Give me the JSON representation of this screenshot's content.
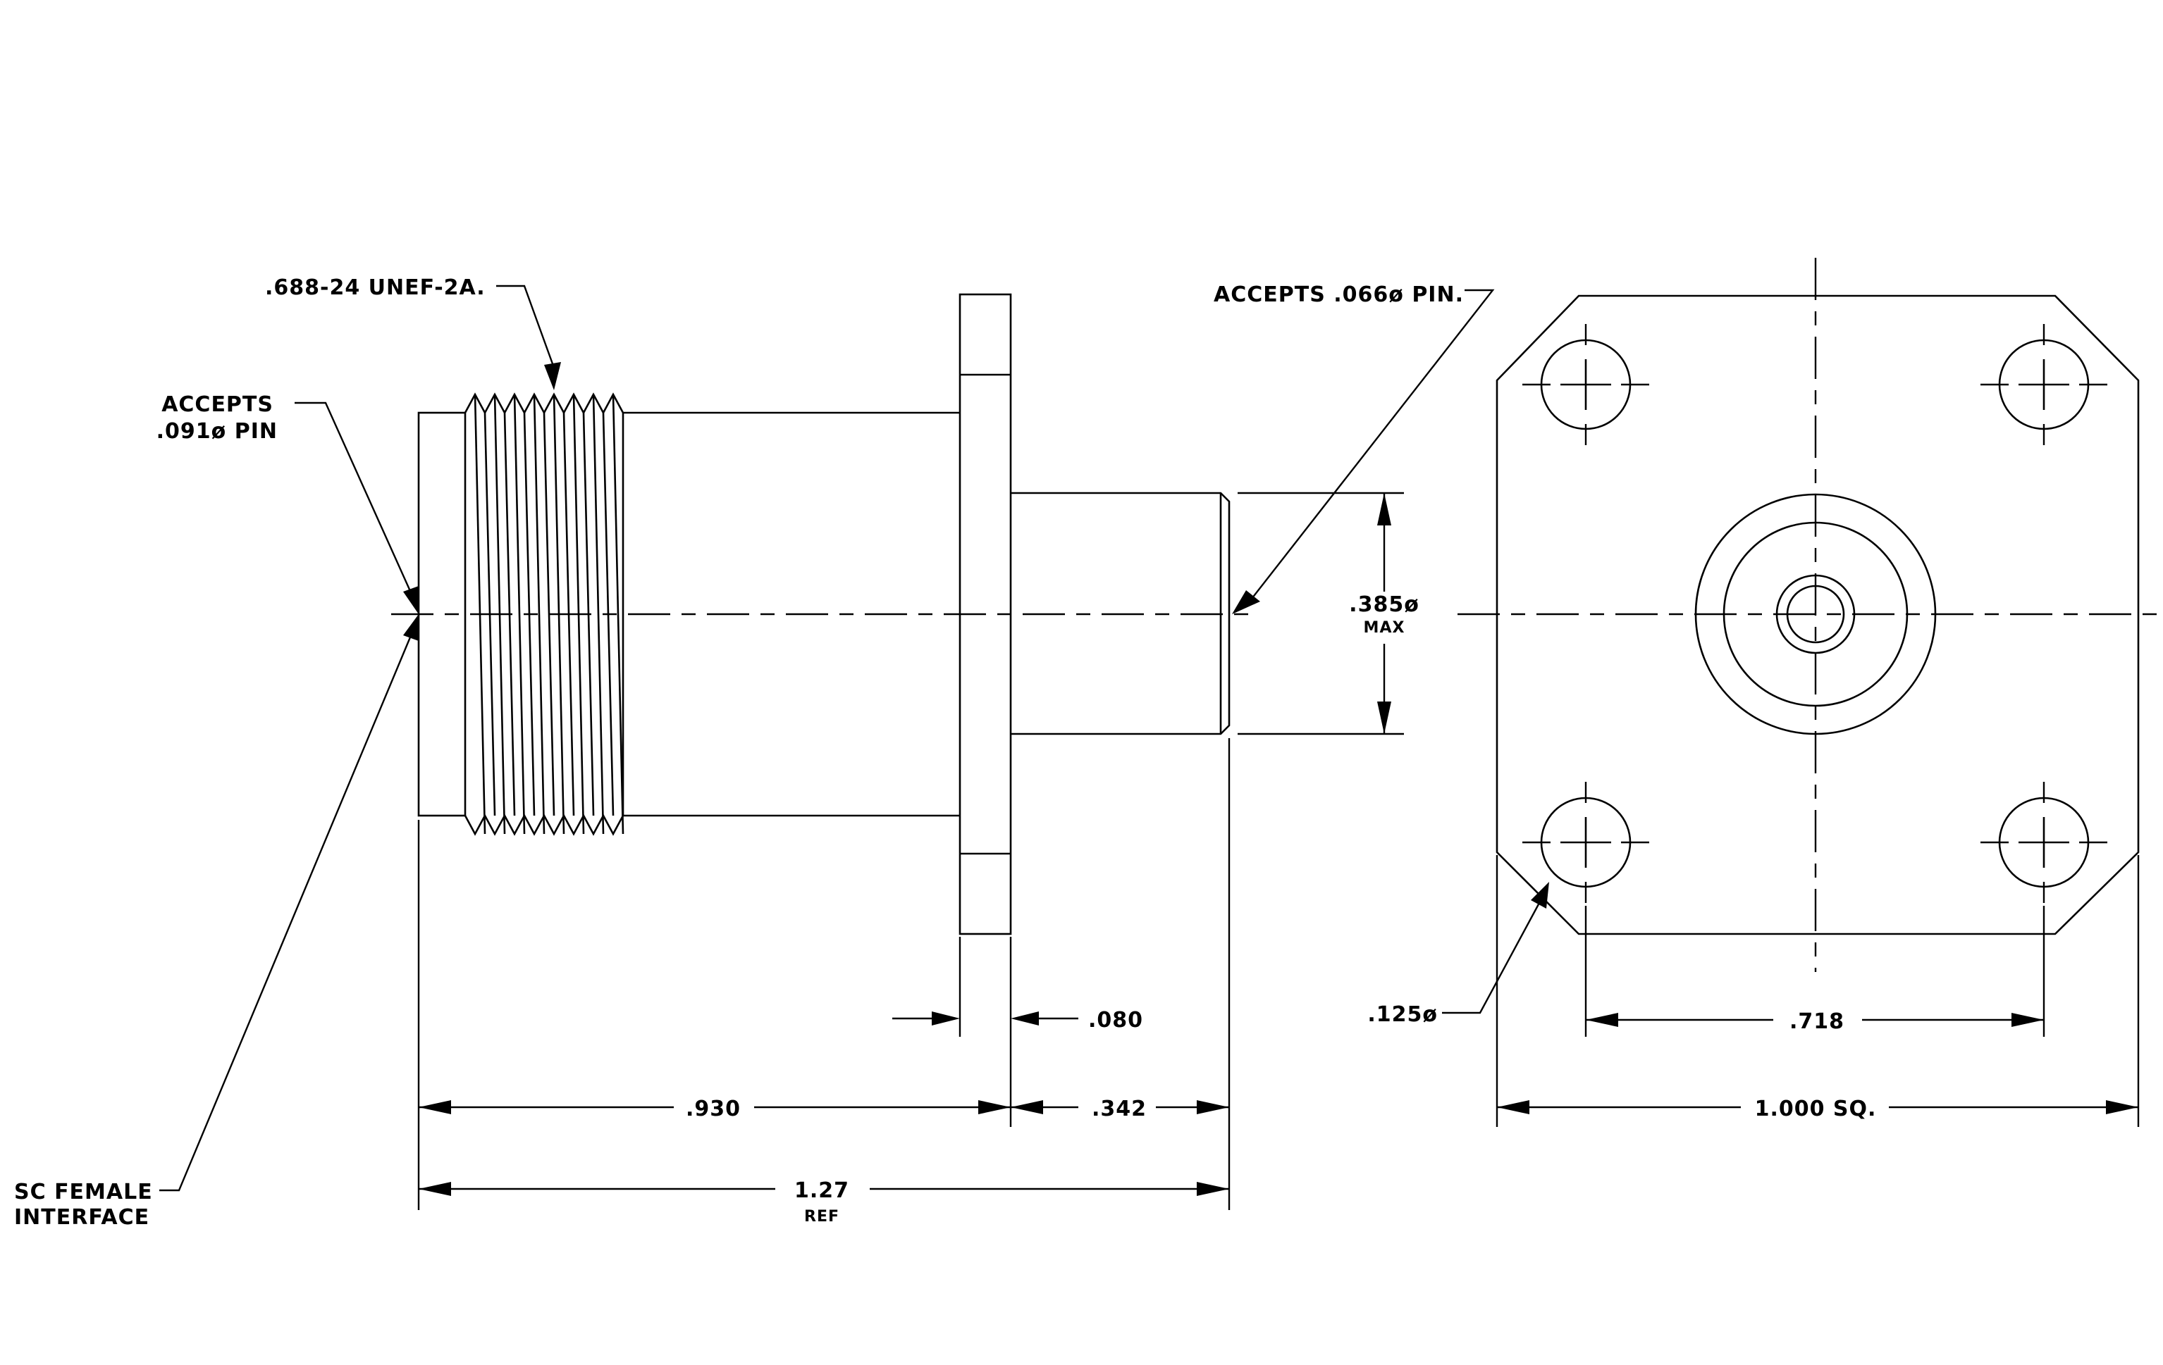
{
  "drawing": {
    "callouts": {
      "thread_spec": ".688-24 UNEF-2A.",
      "accepts_091_line1": "ACCEPTS",
      "accepts_091_line2": ".091ø PIN",
      "accepts_066": "ACCEPTS .066ø PIN.",
      "interface_line1": "SC FEMALE",
      "interface_line2": "INTERFACE",
      "hole_dia": ".125ø"
    },
    "dimensions": {
      "flange_thickness": ".080",
      "body_length": ".930",
      "pin_length": ".342",
      "overall_length": "1.27",
      "overall_length_note": "REF",
      "pin_dia": ".385ø",
      "pin_dia_note": "MAX",
      "hole_spacing": ".718",
      "flange_square": "1.000 SQ."
    }
  }
}
